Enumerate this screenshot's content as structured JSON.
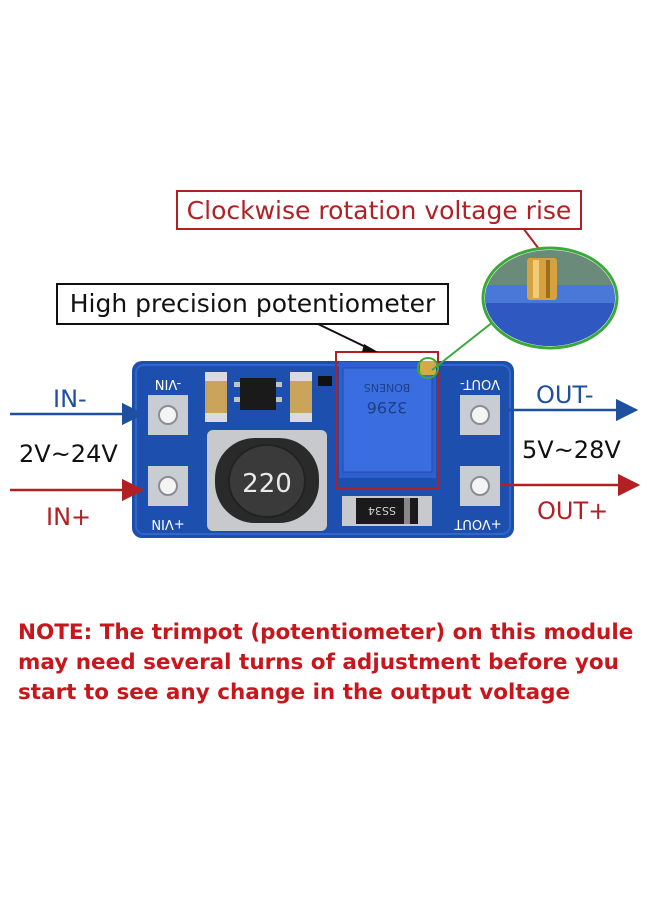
{
  "callouts": {
    "rotation": "Clockwise rotation voltage rise",
    "potentiometer": "High precision potentiometer"
  },
  "input": {
    "neg_label": "IN-",
    "pos_label": "IN+",
    "range": "2V~24V"
  },
  "output": {
    "neg_label": "OUT-",
    "pos_label": "OUT+",
    "range": "5V~28V"
  },
  "board": {
    "vin_top": "-VIN",
    "vin_bottom": "+VIN",
    "vout_top": "VOUT-",
    "vout_bottom": "+VOUT",
    "inductor": "220",
    "pot_brand": "BONENS",
    "pot_model": "3296",
    "diode": "SS34"
  },
  "note": {
    "line1": "NOTE: The trimpot (potentiometer) on this module",
    "line2": "may need several turns of adjustment before you",
    "line3": "start to see any change in the output voltage"
  },
  "colors": {
    "board": "#1d4fae",
    "pin_blue": "#1f4fa0",
    "pin_red": "#b22024",
    "zoom_ring": "#3aa93a",
    "note": "#c8171c"
  }
}
